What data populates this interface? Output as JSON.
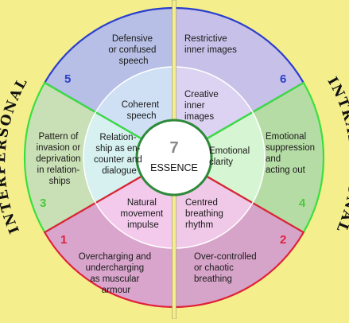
{
  "colors": {
    "background": "#f4ee8c",
    "outer_5": "#b7bfe6",
    "outer_6": "#c7c0e8",
    "outer_3": "#c9dfb5",
    "outer_4": "#b6dca6",
    "outer_1": "#d9a5cc",
    "outer_2": "#d7a4c9",
    "inner_5": "#cfe0f5",
    "inner_6": "#dcd3f2",
    "inner_3": "#d6f1f0",
    "inner_4": "#d6f5d2",
    "inner_1": "#f3c9ec",
    "inner_2": "#f1c9e8",
    "border_blue": "#2a3fcc",
    "border_green": "#39e03c",
    "border_red": "#e0203a",
    "num_blue": "#2a3fcc",
    "num_green": "#49c93a",
    "num_red": "#e0203a",
    "center_num": "#888888"
  },
  "arc_labels": {
    "interpersonal": "INTERPERSONAL",
    "intrapersonal": "INTRAPERSONAL"
  },
  "center": {
    "number": "7",
    "label": "ESSENCE"
  },
  "segments": {
    "s5": {
      "number": "5",
      "outer": [
        "Defensive",
        "or confused",
        "speech"
      ],
      "inner": [
        "Coherent",
        "speech"
      ]
    },
    "s6": {
      "number": "6",
      "outer": [
        "Restrictive",
        "inner images"
      ],
      "inner": [
        "Creative",
        "inner",
        "images"
      ]
    },
    "s3": {
      "number": "3",
      "outer": [
        "Pattern of",
        "invasion or",
        "deprivation",
        "in relation-",
        "ships"
      ],
      "inner": [
        "Relation-",
        "ship as en-",
        "counter and",
        "dialogue"
      ]
    },
    "s4": {
      "number": "4",
      "outer": [
        "Emotional",
        "suppression",
        "and",
        "acting out"
      ],
      "inner": [
        "Emotional",
        "clarity"
      ]
    },
    "s1": {
      "number": "1",
      "outer": [
        "Overcharging and",
        "undercharging",
        "as muscular",
        "armour"
      ],
      "inner": [
        "Natural",
        "movement",
        "impulse"
      ]
    },
    "s2": {
      "number": "2",
      "outer": [
        "Over-controlled",
        "or chaotic",
        "breathing"
      ],
      "inner": [
        "Centred",
        "breathing",
        "rhythm"
      ]
    }
  }
}
